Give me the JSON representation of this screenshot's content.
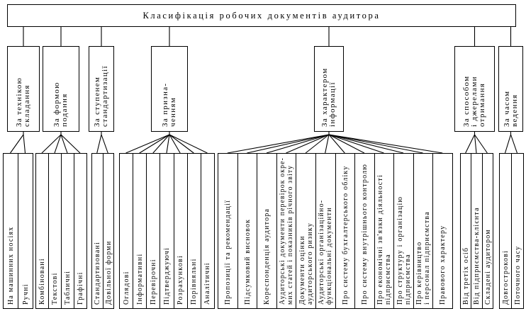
{
  "title": "Класифікація робочих документів аудитора",
  "groups": [
    {
      "label": "За технікою\nскладання",
      "items": [
        "На машинних носіях",
        "Ручні"
      ]
    },
    {
      "label": "За формою\nподання",
      "items": [
        "Комбіновані",
        "Текстові",
        "Табличні",
        "Графічні"
      ]
    },
    {
      "label": "За ступенем\nстандартизації",
      "items": [
        "Стандартизовані",
        "Довільної форми"
      ]
    },
    {
      "label": "За призна-\nченням",
      "items": [
        "Оглядові",
        "Інформативні",
        "Перевірочні",
        "Підтверджуючі",
        "Розрахункові",
        "Порівняльні",
        "Аналітичні"
      ]
    },
    {
      "label": "За характером\nінформації",
      "items": [
        "Пропозиції та рекомендації",
        "Підсумковий висновок",
        "Кореспонденція аудитора",
        "Аудиторські документи перевірок окре-\nмих статей і показників річного звіту",
        "Документи оцінки\nаудиторського ризику",
        "Аудиторські організаційно-\nфункціональні документи",
        "Про систему бухгалтерського обліку",
        "Про систему внутрішнього контролю",
        "Про економічні зв'язки діяльності\nпідприємства",
        "Про структуру і організацію\nпідприємства",
        "Про керівництво\nі персонал підприємства",
        "Правового характеру"
      ]
    },
    {
      "label": "За способом\nі джерелами\nотримання",
      "items": [
        "Від третіх осіб",
        "Від підприємства-клієнта",
        "Складені аудитором"
      ]
    },
    {
      "label": "За часом\nведення",
      "items": [
        "Довгострокові",
        "Поточного часу"
      ]
    }
  ]
}
